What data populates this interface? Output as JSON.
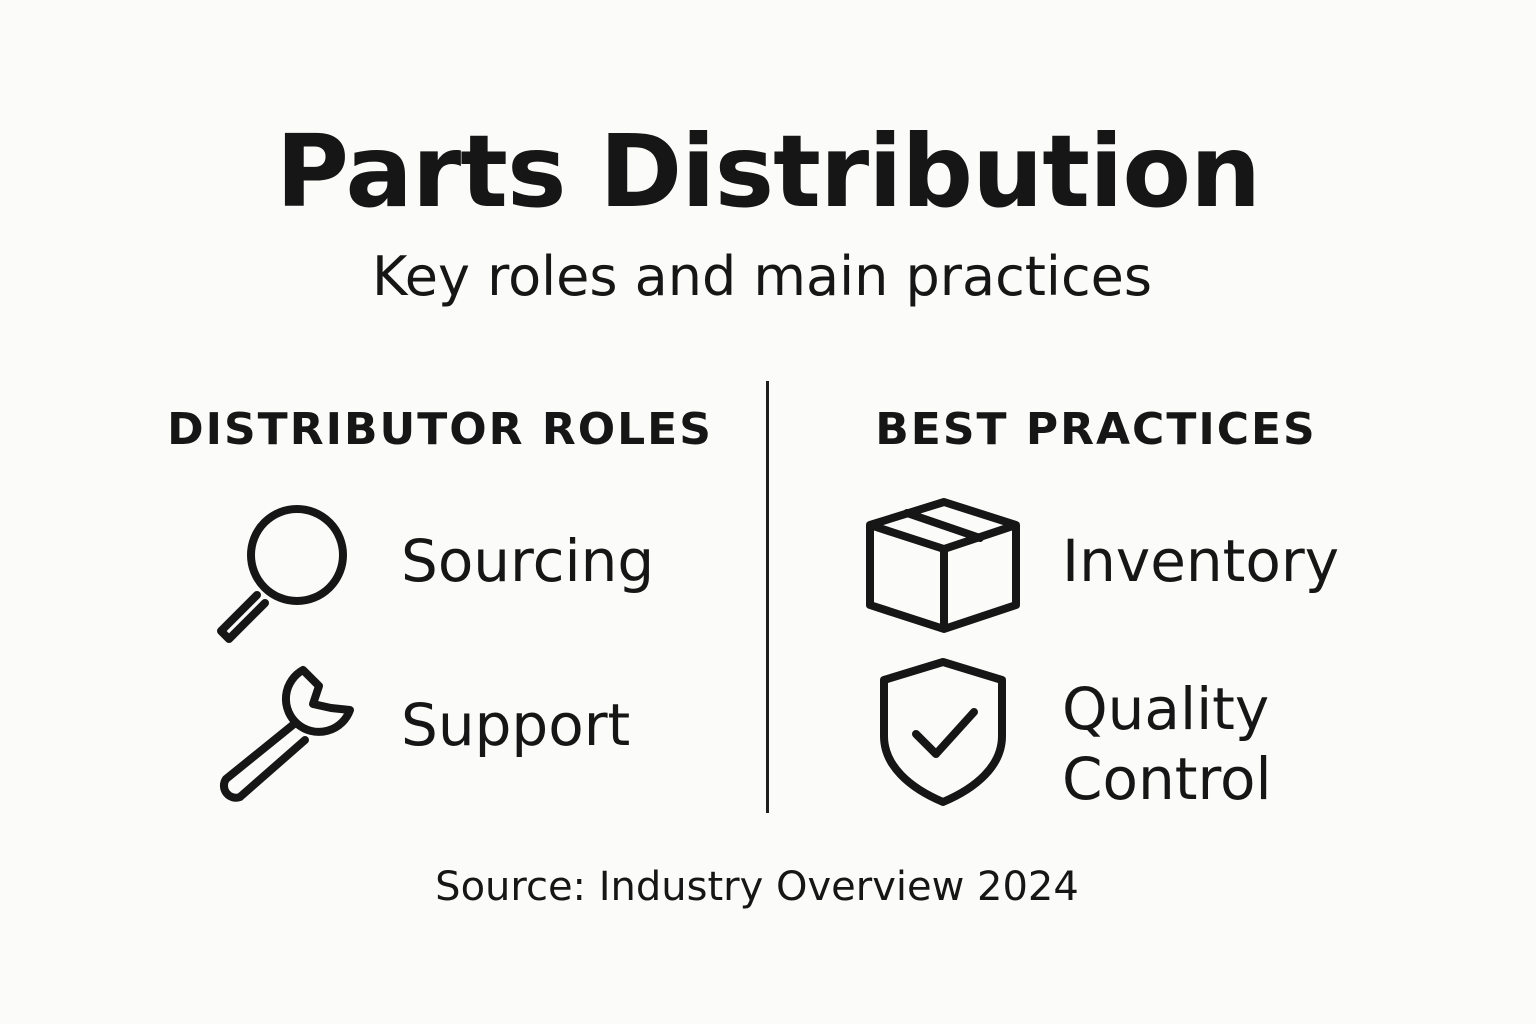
{
  "title": "Parts Distribution",
  "subtitle": "Key roles and main practices",
  "distributor_roles": {
    "heading": "DISTRIBUTOR ROLES",
    "items": [
      {
        "label": "Sourcing",
        "icon": "magnifying-glass-icon"
      },
      {
        "label": "Support",
        "icon": "wrench-icon"
      }
    ]
  },
  "best_practices": {
    "heading": "BEST PRACTICES",
    "items": [
      {
        "label": "Inventory",
        "icon": "box-icon"
      },
      {
        "label": "Quality Control",
        "icon": "shield-check-icon"
      }
    ]
  },
  "source": "Source: Industry Overview 2024",
  "colors": {
    "background": "#fbfbf9",
    "text": "#161616"
  }
}
